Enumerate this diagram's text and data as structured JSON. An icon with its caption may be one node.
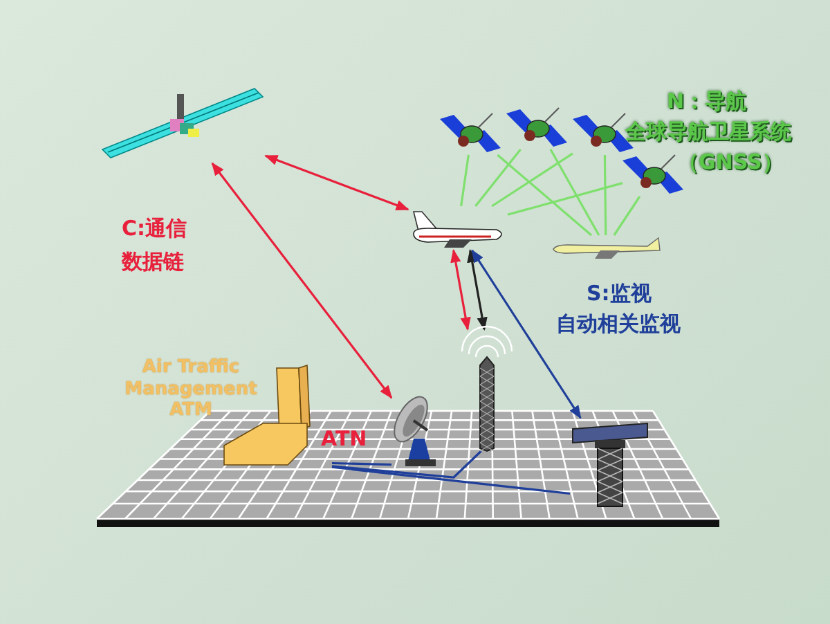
{
  "diagram": {
    "nodes": [
      {
        "text": [],
        "shape": "picture"
      },
      {
        "text": [],
        "shape": "picture"
      },
      {
        "text": [],
        "shape": "picture"
      },
      {
        "text": [],
        "shape": "picture"
      },
      {
        "text": [],
        "shape": "picture"
      },
      {
        "text": [],
        "shape": "picture"
      },
      {
        "text": [],
        "shape": "picture"
      },
      {
        "text": [],
        "shape": "picture",
        "beside": [
          "Air Traffic Management ATM"
        ]
      },
      {
        "text": [],
        "shape": "picture"
      },
      {
        "text": [],
        "shape": "picture"
      },
      {
        "text": [],
        "shape": "picture"
      }
    ],
    "edges": [
      {
        "from": 0,
        "to": 5,
        "arrow": "both",
        "color": "#e8203c"
      },
      {
        "from": 0,
        "to": 8,
        "arrow": "both",
        "color": "#e8203c"
      },
      {
        "from": 5,
        "to": 9,
        "arrow": "both",
        "color": "#e8203c"
      },
      {
        "from": 5,
        "to": 9,
        "arrow": "both",
        "color": "#222222"
      },
      {
        "from": 5,
        "to": 10,
        "arrow": "both",
        "color": "#1f3f9a"
      },
      {
        "from": 1,
        "to": 5,
        "arrow": "none",
        "color": "#7fe06e"
      },
      {
        "from": 1,
        "to": 6,
        "arrow": "none",
        "color": "#7fe06e"
      },
      {
        "from": 2,
        "to": 5,
        "arrow": "none",
        "color": "#7fe06e"
      },
      {
        "from": 2,
        "to": 6,
        "arrow": "none",
        "color": "#7fe06e"
      },
      {
        "from": 3,
        "to": 5,
        "arrow": "none",
        "color": "#7fe06e"
      },
      {
        "from": 3,
        "to": 6,
        "arrow": "none",
        "color": "#7fe06e"
      },
      {
        "from": 4,
        "to": 5,
        "arrow": "none",
        "color": "#7fe06e"
      },
      {
        "from": 4,
        "to": 6,
        "arrow": "none",
        "color": "#7fe06e"
      },
      {
        "from": 7,
        "to": 8,
        "arrow": "none",
        "color": "#1f3f9a"
      },
      {
        "from": 7,
        "to": 9,
        "arrow": "none",
        "color": "#1f3f9a"
      },
      {
        "from": 7,
        "to": 10,
        "arrow": "none",
        "color": "#1f3f9a"
      }
    ],
    "labels": [
      "N：导航",
      "全球导航卫星系统",
      "（GNSS）",
      "C:通信",
      "数据链",
      "S:监视",
      "自动相关监视",
      "ATN"
    ]
  }
}
